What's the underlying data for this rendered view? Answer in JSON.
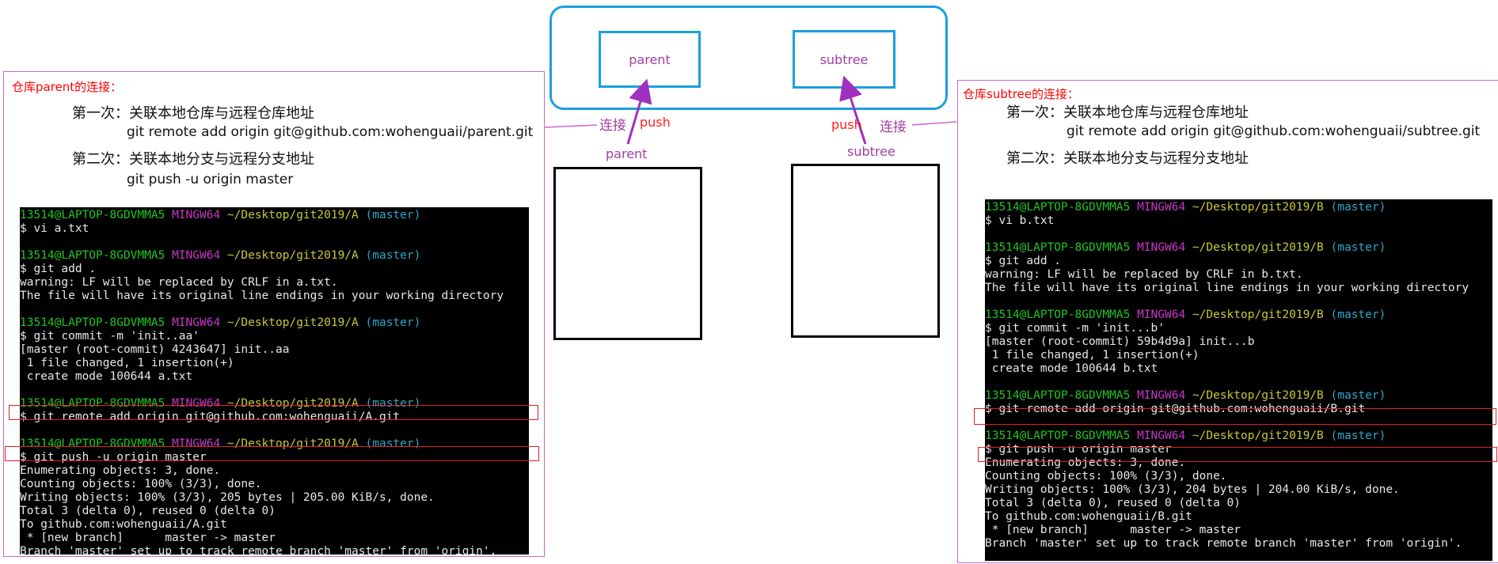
{
  "remote": {
    "parent_label": "parent",
    "subtree_label": "subtree"
  },
  "annotations": {
    "left_link": "连接",
    "left_push": "push",
    "left_repo": "parent",
    "right_push": "push",
    "right_link": "连接",
    "right_repo": "subtree"
  },
  "left": {
    "title": "仓库parent的连接：",
    "step1": "第一次：关联本地仓库与远程仓库地址",
    "cmd1": "git remote add origin git@github.com:wohenguaii/parent.git",
    "step2": "第二次：关联本地分支与远程分支地址",
    "cmd2": "git push -u origin master",
    "terminal": [
      {
        "kind": "prompt",
        "user": "13514@LAPTOP-8GDVMMA5",
        "env": "MINGW64",
        "path": "~/Desktop/git2019/A",
        "branch": "(master)"
      },
      {
        "kind": "text",
        "text": "$ vi a.txt"
      },
      {
        "kind": "text",
        "text": ""
      },
      {
        "kind": "prompt",
        "user": "13514@LAPTOP-8GDVMMA5",
        "env": "MINGW64",
        "path": "~/Desktop/git2019/A",
        "branch": "(master)"
      },
      {
        "kind": "text",
        "text": "$ git add ."
      },
      {
        "kind": "text",
        "text": "warning: LF will be replaced by CRLF in a.txt."
      },
      {
        "kind": "text",
        "text": "The file will have its original line endings in your working directory"
      },
      {
        "kind": "text",
        "text": ""
      },
      {
        "kind": "prompt",
        "user": "13514@LAPTOP-8GDVMMA5",
        "env": "MINGW64",
        "path": "~/Desktop/git2019/A",
        "branch": "(master)"
      },
      {
        "kind": "text",
        "text": "$ git commit -m 'init..aa'"
      },
      {
        "kind": "text",
        "text": "[master (root-commit) 4243647] init..aa"
      },
      {
        "kind": "text",
        "text": " 1 file changed, 1 insertion(+)"
      },
      {
        "kind": "text",
        "text": " create mode 100644 a.txt"
      },
      {
        "kind": "text",
        "text": ""
      },
      {
        "kind": "prompt",
        "user": "13514@LAPTOP-8GDVMMA5",
        "env": "MINGW64",
        "path": "~/Desktop/git2019/A",
        "branch": "(master)"
      },
      {
        "kind": "text",
        "text": "$ git remote add origin git@github.com:wohenguaii/A.git"
      },
      {
        "kind": "text",
        "text": ""
      },
      {
        "kind": "prompt",
        "user": "13514@LAPTOP-8GDVMMA5",
        "env": "MINGW64",
        "path": "~/Desktop/git2019/A",
        "branch": "(master)"
      },
      {
        "kind": "text",
        "text": "$ git push -u origin master"
      },
      {
        "kind": "text",
        "text": "Enumerating objects: 3, done."
      },
      {
        "kind": "text",
        "text": "Counting objects: 100% (3/3), done."
      },
      {
        "kind": "text",
        "text": "Writing objects: 100% (3/3), 205 bytes | 205.00 KiB/s, done."
      },
      {
        "kind": "text",
        "text": "Total 3 (delta 0), reused 0 (delta 0)"
      },
      {
        "kind": "text",
        "text": "To github.com:wohenguaii/A.git"
      },
      {
        "kind": "text",
        "text": " * [new branch]      master -> master"
      },
      {
        "kind": "text",
        "text": "Branch 'master' set up to track remote branch 'master' from 'origin'."
      }
    ]
  },
  "right": {
    "title": "仓库subtree的连接：",
    "step1": "第一次：关联本地仓库与远程仓库地址",
    "cmd1": "git remote add origin git@github.com:wohenguaii/subtree.git",
    "step2": "第二次：关联本地分支与远程分支地址",
    "terminal": [
      {
        "kind": "prompt",
        "user": "13514@LAPTOP-8GDVMMA5",
        "env": "MINGW64",
        "path": "~/Desktop/git2019/B",
        "branch": "(master)"
      },
      {
        "kind": "text",
        "text": "$ vi b.txt"
      },
      {
        "kind": "text",
        "text": ""
      },
      {
        "kind": "prompt",
        "user": "13514@LAPTOP-8GDVMMA5",
        "env": "MINGW64",
        "path": "~/Desktop/git2019/B",
        "branch": "(master)"
      },
      {
        "kind": "text",
        "text": "$ git add ."
      },
      {
        "kind": "text",
        "text": "warning: LF will be replaced by CRLF in b.txt."
      },
      {
        "kind": "text",
        "text": "The file will have its original line endings in your working directory"
      },
      {
        "kind": "text",
        "text": ""
      },
      {
        "kind": "prompt",
        "user": "13514@LAPTOP-8GDVMMA5",
        "env": "MINGW64",
        "path": "~/Desktop/git2019/B",
        "branch": "(master)"
      },
      {
        "kind": "text",
        "text": "$ git commit -m 'init...b'"
      },
      {
        "kind": "text",
        "text": "[master (root-commit) 59b4d9a] init...b"
      },
      {
        "kind": "text",
        "text": " 1 file changed, 1 insertion(+)"
      },
      {
        "kind": "text",
        "text": " create mode 100644 b.txt"
      },
      {
        "kind": "text",
        "text": ""
      },
      {
        "kind": "prompt",
        "user": "13514@LAPTOP-8GDVMMA5",
        "env": "MINGW64",
        "path": "~/Desktop/git2019/B",
        "branch": "(master)"
      },
      {
        "kind": "text",
        "text": "$ git remote add origin git@github.com:wohenguaii/B.git"
      },
      {
        "kind": "text",
        "text": ""
      },
      {
        "kind": "prompt",
        "user": "13514@LAPTOP-8GDVMMA5",
        "env": "MINGW64",
        "path": "~/Desktop/git2019/B",
        "branch": "(master)"
      },
      {
        "kind": "text",
        "text": "$ git push -u origin master"
      },
      {
        "kind": "text",
        "text": "Enumerating objects: 3, done."
      },
      {
        "kind": "text",
        "text": "Counting objects: 100% (3/3), done."
      },
      {
        "kind": "text",
        "text": "Writing objects: 100% (3/3), 204 bytes | 204.00 KiB/s, done."
      },
      {
        "kind": "text",
        "text": "Total 3 (delta 0), reused 0 (delta 0)"
      },
      {
        "kind": "text",
        "text": "To github.com:wohenguaii/B.git"
      },
      {
        "kind": "text",
        "text": " * [new branch]      master -> master"
      },
      {
        "kind": "text",
        "text": "Branch 'master' set up to track remote branch 'master' from 'origin'."
      }
    ]
  }
}
